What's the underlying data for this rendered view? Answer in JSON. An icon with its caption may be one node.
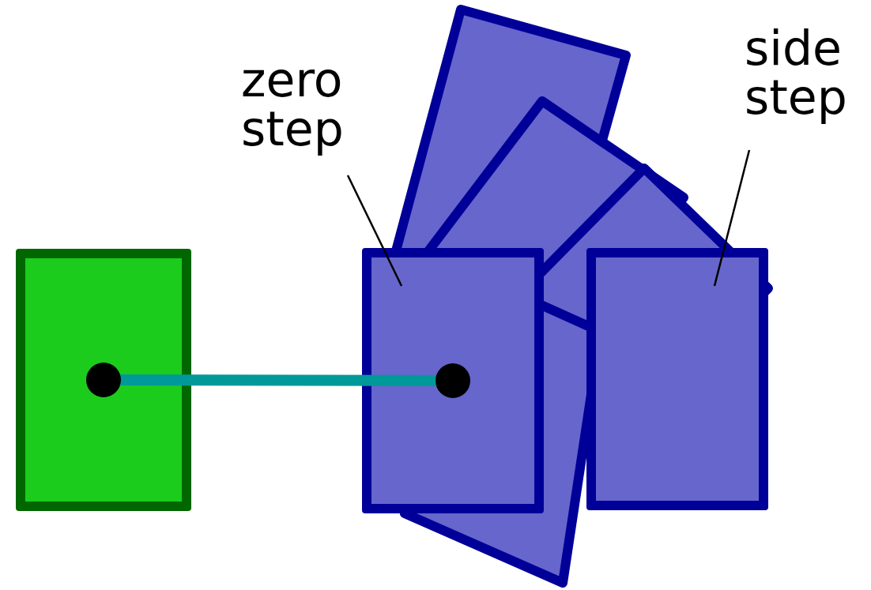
{
  "diagram": {
    "nodes": [
      {
        "text": [],
        "shape": "box"
      },
      {
        "text": [],
        "shape": "box"
      },
      {
        "text": [],
        "shape": "box"
      },
      {
        "text": [
          "zero step"
        ]
      },
      {
        "text": [
          "side step"
        ]
      }
    ],
    "edges": [
      {
        "from": 0,
        "to": 1,
        "arrow": "other",
        "style": "thick",
        "color": "#009999"
      },
      {
        "from": 3,
        "to": 1,
        "arrow": "none"
      },
      {
        "from": 4,
        "to": 2,
        "arrow": "none"
      }
    ]
  }
}
